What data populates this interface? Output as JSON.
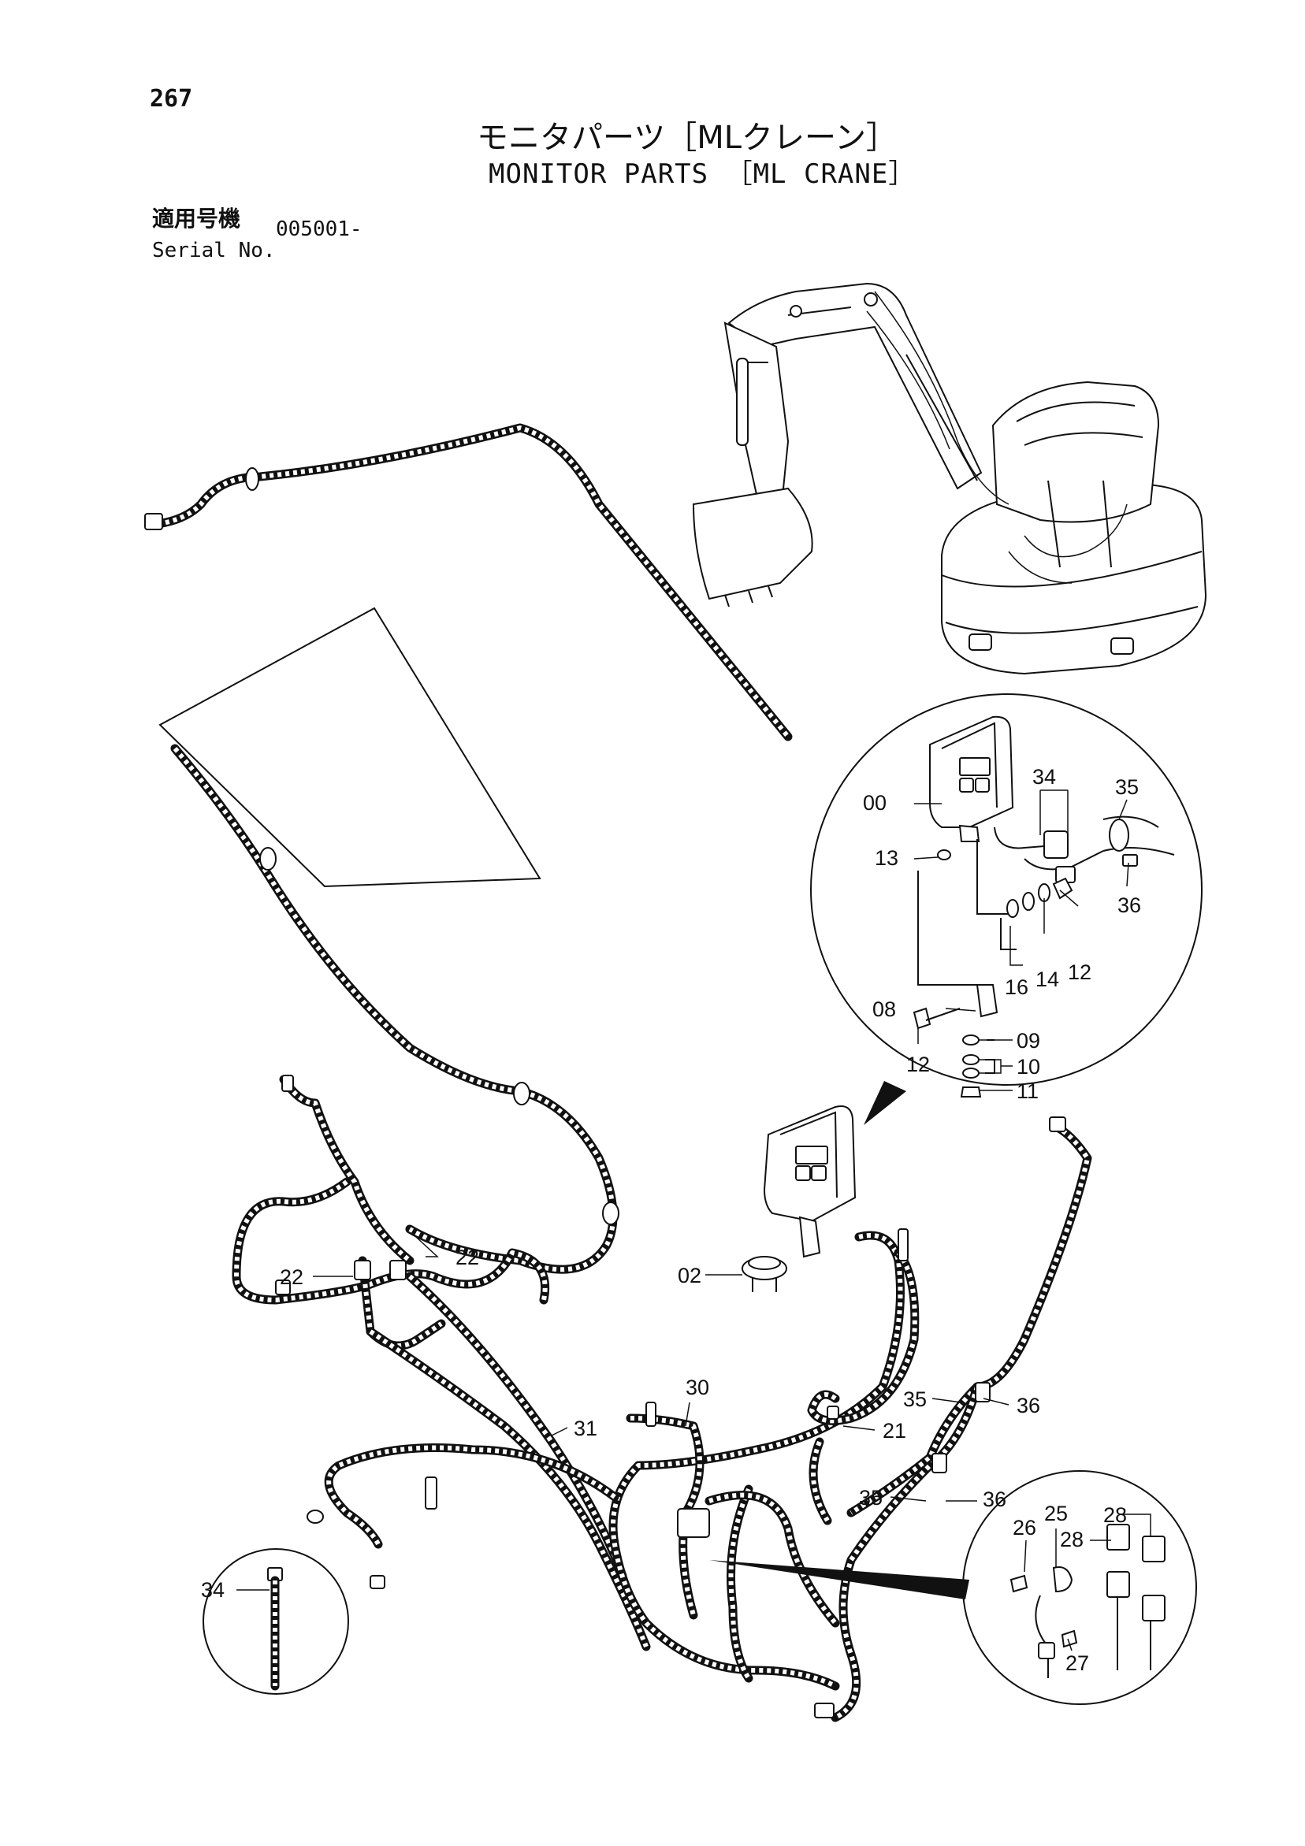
{
  "page_number": "267",
  "title_jp": "モニタパーツ［MLクレーン］",
  "title_en": "MONITOR PARTS ［ML CRANE］",
  "serial": {
    "label_jp": "適用号機",
    "label_en": "Serial No.",
    "value": "005001-"
  },
  "callouts": {
    "c00": "00",
    "c02": "02",
    "c08": "08",
    "c09": "09",
    "c10": "10",
    "c11": "11",
    "c12a": "12",
    "c12b": "12",
    "c13": "13",
    "c14": "14",
    "c16": "16",
    "c21": "21",
    "c22a": "22",
    "c22b": "22",
    "c25": "25",
    "c26": "26",
    "c27": "27",
    "c28a": "28",
    "c28b": "28",
    "c30": "30",
    "c31": "31",
    "c34a": "34",
    "c34b": "34",
    "c35a": "35",
    "c35b": "35",
    "c35c": "35",
    "c36a": "36",
    "c36b": "36",
    "c36c": "36"
  }
}
